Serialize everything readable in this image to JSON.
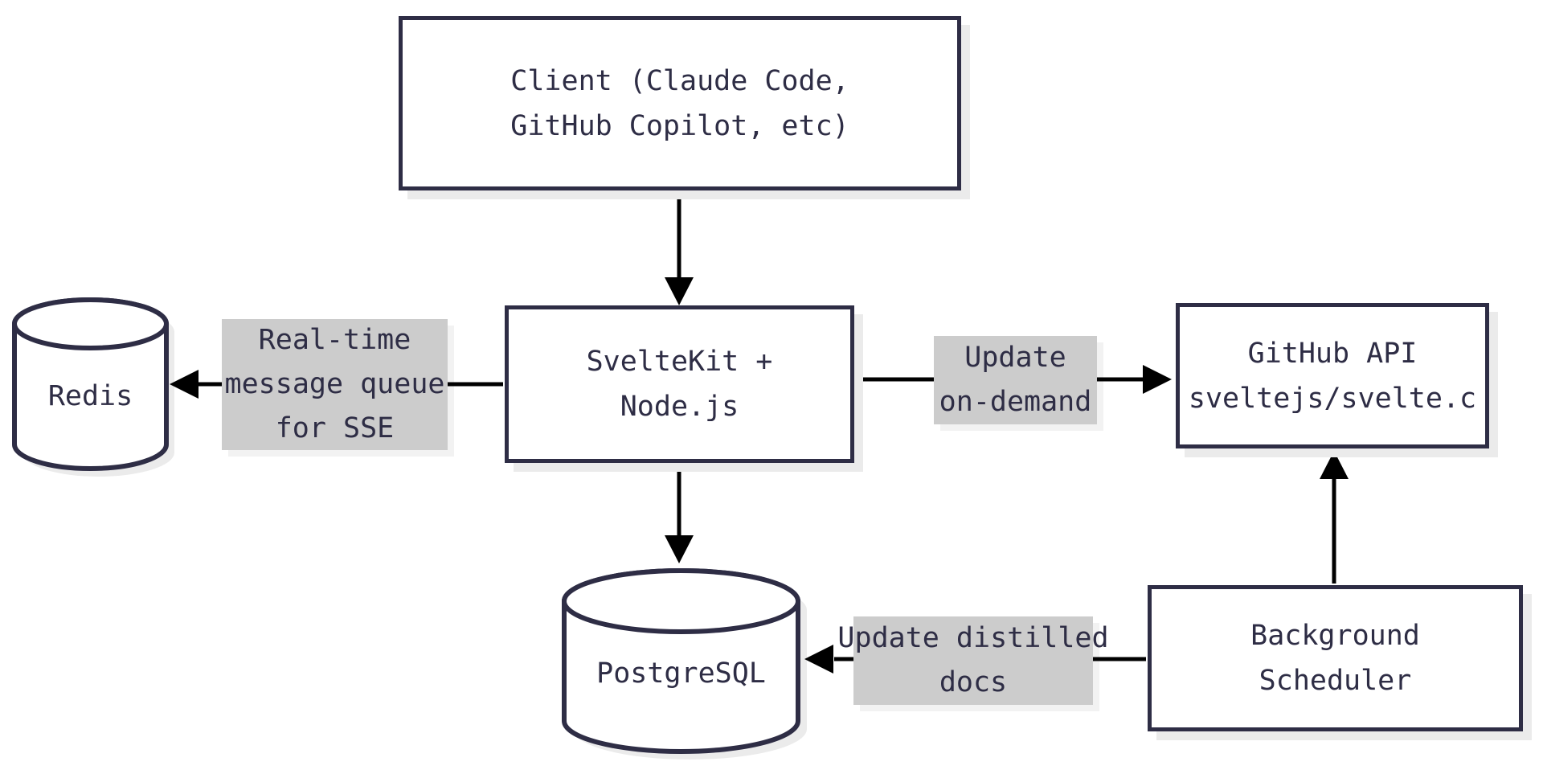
{
  "diagram": {
    "title": "Service architecture flowchart",
    "colors": {
      "shape_stroke": "#2e2d45",
      "text": "#2e2d45",
      "connector_line": "#000000",
      "edge_label_bg": "#cccccc",
      "shape_fill": "#ffffff",
      "shadow": "#ebebeb",
      "background": "#ffffff"
    },
    "nodes": {
      "client": {
        "shape": "rectangle",
        "lines": [
          "Client (Claude Code,",
          "GitHub Copilot, etc)"
        ]
      },
      "sveltekit": {
        "shape": "rectangle",
        "lines": [
          "SvelteKit +",
          "Node.js"
        ]
      },
      "github_api": {
        "shape": "rectangle",
        "lines": [
          "GitHub API",
          "sveltejs/svelte.c"
        ]
      },
      "background_scheduler": {
        "shape": "rectangle",
        "lines": [
          "Background",
          "Scheduler"
        ]
      },
      "redis": {
        "shape": "cylinder",
        "label": "Redis"
      },
      "postgresql": {
        "shape": "cylinder",
        "label": "PostgreSQL"
      }
    },
    "edges": [
      {
        "from": "client",
        "to": "sveltekit",
        "lines": []
      },
      {
        "from": "sveltekit",
        "to": "redis",
        "lines": [
          "Real-time",
          "message queue",
          "for SSE"
        ]
      },
      {
        "from": "sveltekit",
        "to": "github_api",
        "lines": [
          "Update",
          "on-demand"
        ]
      },
      {
        "from": "sveltekit",
        "to": "postgresql",
        "lines": []
      },
      {
        "from": "background_scheduler",
        "to": "github_api",
        "lines": []
      },
      {
        "from": "background_scheduler",
        "to": "postgresql",
        "lines": [
          "Update distilled",
          "docs"
        ]
      }
    ]
  }
}
